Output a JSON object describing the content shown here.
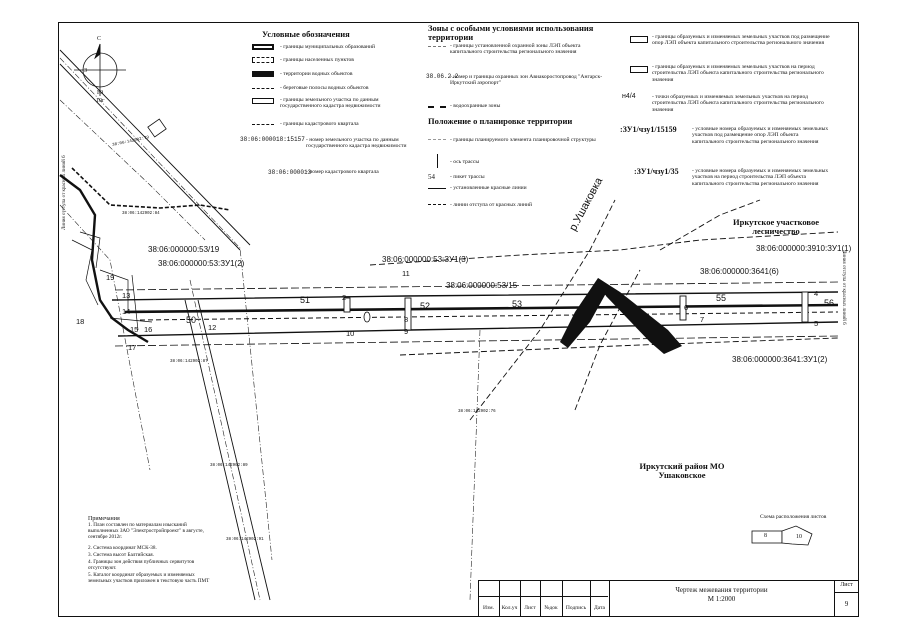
{
  "legend_left": {
    "title": "Условные обозначения",
    "items": [
      "- границы муниципальных образований",
      "- границы населенных пунктов",
      "- территории водных объектов",
      "- береговые полосы водных объектов",
      "- границы земельного участка по данным государственного кадастра недвижимости",
      "- границы кадастрового квартала",
      "- номер земельного участка по данным государственного кадастра недвижимости",
      "- номер кадастрового квартала"
    ],
    "sample_parcel": "38:06:000018:15157",
    "sample_quarter": "38:06:000013"
  },
  "legend_mid": {
    "title1": "Зоны с особыми условиями использования территории",
    "items1": [
      "- границы установленной охранной зоны ЛЭП объекта капитального строительства регионального значения",
      "- номер и границы охранных зон Авиакоростопровод \"Ангарск-Иркутский аэропорт\"",
      "- водоохранные зоны"
    ],
    "zone_code": "38.06.2.2",
    "title2": "Положение о планировке территории",
    "items2": [
      "- границы планируемого элемента планировочной структуры",
      "- ось трассы",
      "- пикет трассы",
      "- установленные красные линии",
      "- линии отступа от красных линий"
    ],
    "picket_sample": "54"
  },
  "legend_right": {
    "items": [
      "- границы образуемых и изменяемых земельных участков под размещение опор ЛЭП объекта капитального строительства регионального значения",
      "- границы образуемых и изменяемых земельных участков на период строительства ЛЭП объекта капитального строительства регионального значения",
      "- точки образуемых и изменяемых земельных участков на период строительства ЛЭП объекта капитального строительства регионального значения",
      "- условные номера образуемых и изменяемых земельных участков под размещение опор ЛЭП объекта капитального строительства регионального значения",
      "- условные номера образуемых и изменяемых земельных участков на период строительства ЛЭП объекта капитального строительства регионального значения"
    ],
    "point_sample": "н4/4",
    "code1": ":ЗУ1/чзу1/15159",
    "code2": ":ЗУ1/чзу1/35"
  },
  "map_labels": {
    "river": "р.Ушаковка",
    "forestry": "Иркутское участковое лесничество",
    "district": "Иркутский район МО Ушаковское",
    "parcels": [
      "38:06:000000:53/19",
      "38:06:000000:53:ЗУ1(2)",
      "38:06:000000:53:ЗУ1(3)",
      "38:06:000000:53/15",
      "38:06:000000:3910:ЗУ1(1)",
      "38:06:000000:3641(6)",
      "38:06:000000:3641:ЗУ1(2)"
    ],
    "pickets": [
      "50",
      "51",
      "52",
      "53",
      "55",
      "56"
    ],
    "points": [
      "1",
      "2",
      "3",
      "4",
      "5",
      "6",
      "7",
      "8",
      "9",
      "10",
      "11",
      "12",
      "13",
      "14",
      "15",
      "16",
      "17",
      "18",
      "19"
    ],
    "quarters": [
      "38:06:142902:79",
      "38:06:142902:84",
      "38:06:142902:87",
      "38:06:142902:89",
      "38:06:142902:76",
      "38:06:142902:91"
    ],
    "compass": {
      "n": "С",
      "s": "Ю",
      "w": "З",
      "e": "В",
      "scale": "10г"
    },
    "side_note_left": "Линия отступа от красных линий 6",
    "side_note_right": "Линия отступа от красных линий 6"
  },
  "notes": {
    "title": "Примечания",
    "lines": [
      "1. План составлен по материалам изысканий выполненных ЗАО \"Электростройпроект\" в августе, сентябре 2012г.",
      "2. Система координат МСК-38.",
      "3. Система высот Балтийская.",
      "4. Границы зон действия публичных сервитутов отсутствуют.",
      "5. Каталог координат образуемых и изменяемых земельных участков приложен в текстовую часть ПМТ"
    ]
  },
  "scheme": {
    "title": "Схема расположения листов",
    "left": "8",
    "right": "10"
  },
  "stamp": {
    "cols": [
      "Изм.",
      "Кол.уч",
      "Лист",
      "№док",
      "Подпись",
      "Дата"
    ],
    "title": "Чертеж межевания территории",
    "scale": "М 1:2000",
    "sheet_label": "Лист",
    "sheet_no": "9"
  }
}
